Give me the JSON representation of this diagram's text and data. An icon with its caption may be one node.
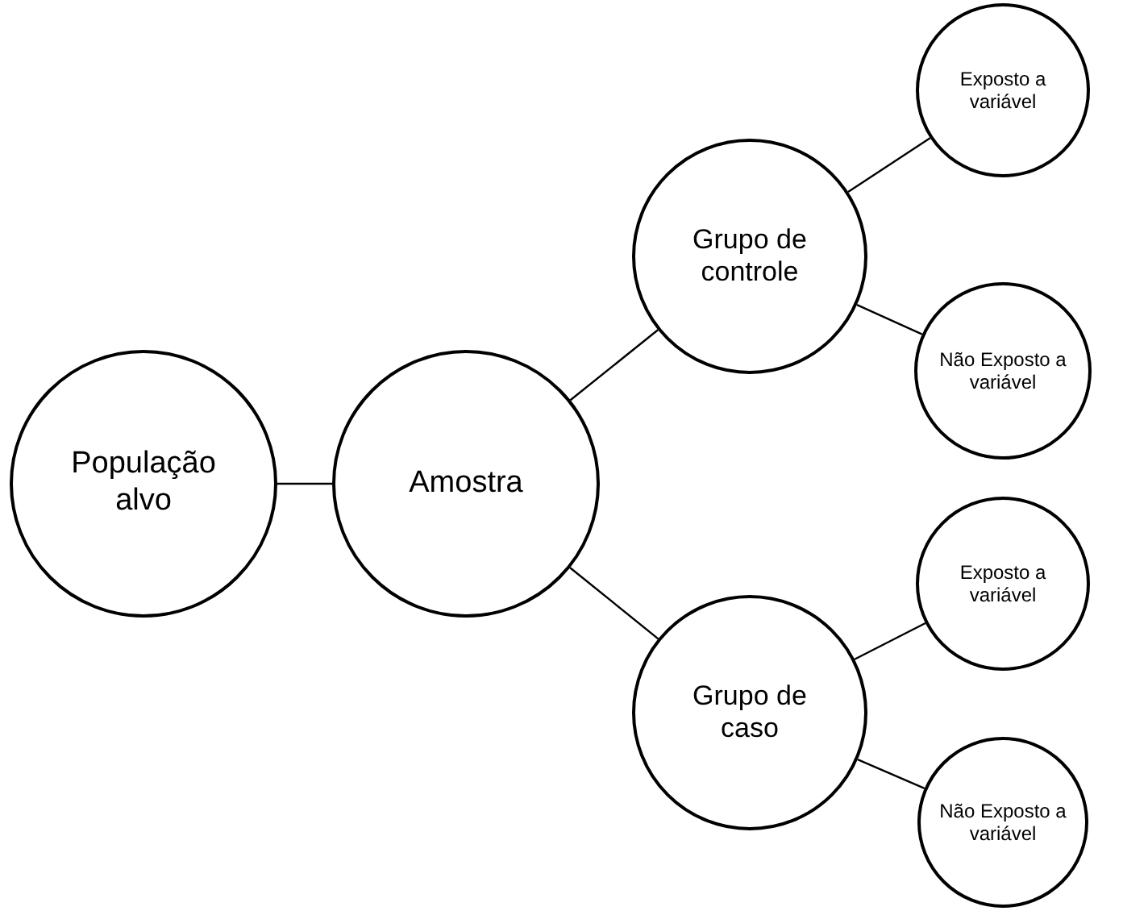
{
  "diagram": {
    "nodes": [
      {
        "text": [
          "População alvo"
        ]
      },
      {
        "text": [
          "Amostra"
        ]
      },
      {
        "text": [
          "Grupo de controle"
        ]
      },
      {
        "text": [
          "Exposto a variável"
        ]
      },
      {
        "text": [
          "Não Exposto a variável"
        ]
      },
      {
        "text": [
          "Grupo de caso"
        ]
      },
      {
        "text": [
          "Exposto a variável"
        ]
      },
      {
        "text": [
          "Não Exposto a variável"
        ]
      }
    ],
    "edges": [
      {
        "from": 0,
        "to": 1,
        "arrow": "none"
      },
      {
        "from": 1,
        "to": 2,
        "arrow": "none"
      },
      {
        "from": 1,
        "to": 5,
        "arrow": "none"
      },
      {
        "from": 2,
        "to": 3,
        "arrow": "none"
      },
      {
        "from": 2,
        "to": 4,
        "arrow": "none"
      },
      {
        "from": 5,
        "to": 6,
        "arrow": "none"
      },
      {
        "from": 5,
        "to": 7,
        "arrow": "none"
      }
    ]
  }
}
